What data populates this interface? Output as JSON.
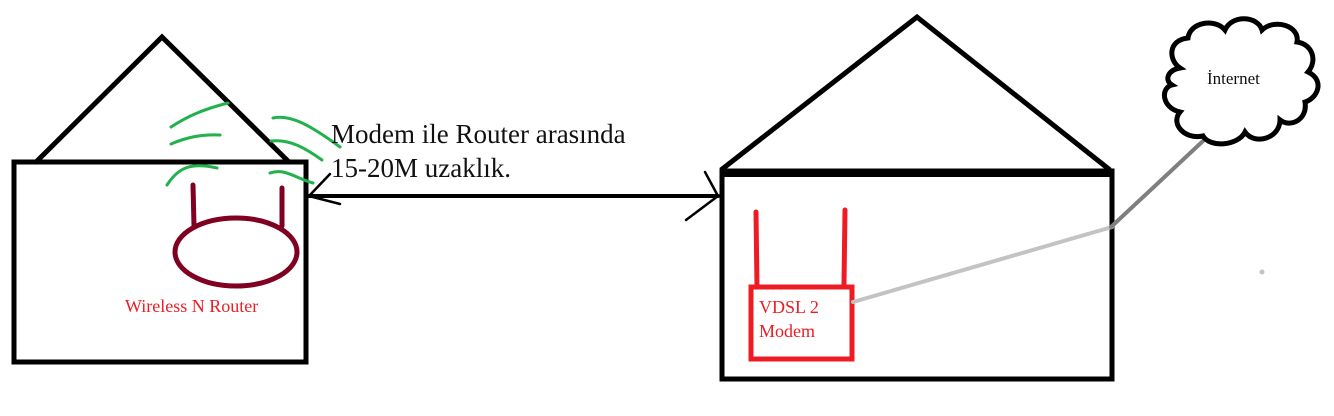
{
  "diagram": {
    "type": "network-topology-sketch",
    "distance_annotation": {
      "line1": "Modem ile Router arasında",
      "line2": "15-20M uzaklık."
    },
    "left_house": {
      "device_label": "Wireless N Router",
      "device_color": "#7f0020",
      "wifi_wave_color": "#22b14c"
    },
    "right_house": {
      "device_label_line1": "VDSL 2",
      "device_label_line2": "Modem",
      "device_color": "#ed1c24"
    },
    "cloud": {
      "label": "İnternet"
    },
    "connections": [
      {
        "from": "VDSL 2 Modem",
        "to": "right-house-wall",
        "color": "#c3c3c3"
      },
      {
        "from": "right-house-wall",
        "to": "İnternet",
        "color": "#7f7f7f"
      },
      {
        "from": "Wireless N Router",
        "to": "VDSL 2 Modem",
        "style": "double-arrow",
        "color": "#000000"
      }
    ],
    "colors": {
      "outline": "#000000",
      "label_red": "#ed1c24",
      "router_dark_red": "#7f0020",
      "wifi_green": "#22b14c",
      "cable_light_gray": "#c3c3c3",
      "cable_dark_gray": "#7f7f7f"
    }
  }
}
